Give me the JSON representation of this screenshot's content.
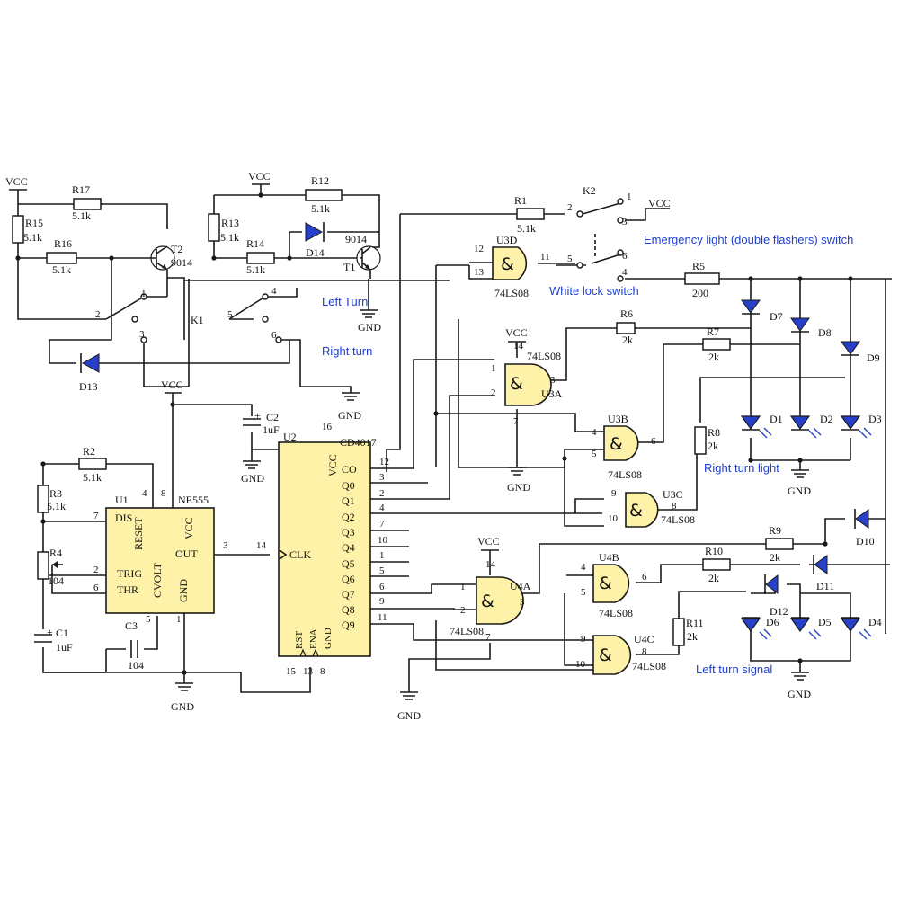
{
  "colors": {
    "wire": "#1a1a1a",
    "chip": "#fdf2a8",
    "led": "#2740c9",
    "annotation": "#1f3fd1"
  },
  "power": {
    "vcc": "VCC",
    "gnd": "GND"
  },
  "resistors": {
    "r1": {
      "name": "R1",
      "value": "5.1k"
    },
    "r2": {
      "name": "R2",
      "value": "5.1k"
    },
    "r3": {
      "name": "R3",
      "value": "5.1k"
    },
    "r4": {
      "name": "R4",
      "value": "104"
    },
    "r5": {
      "name": "R5",
      "value": "200"
    },
    "r6": {
      "name": "R6",
      "value": "2k"
    },
    "r7": {
      "name": "R7",
      "value": "2k"
    },
    "r8": {
      "name": "R8",
      "value": "2k"
    },
    "r9": {
      "name": "R9",
      "value": "2k"
    },
    "r10": {
      "name": "R10",
      "value": "2k"
    },
    "r11": {
      "name": "R11",
      "value": "2k"
    },
    "r12": {
      "name": "R12",
      "value": "5.1k"
    },
    "r13": {
      "name": "R13",
      "value": "5.1k"
    },
    "r14": {
      "name": "R14",
      "value": "5.1k"
    },
    "r15": {
      "name": "R15",
      "value": "5.1k"
    },
    "r16": {
      "name": "R16",
      "value": "5.1k"
    },
    "r17": {
      "name": "R17",
      "value": "5.1k"
    }
  },
  "capacitors": {
    "c1": {
      "name": "C1",
      "value": "1uF",
      "polarity": "+"
    },
    "c2": {
      "name": "C2",
      "value": "1uF",
      "polarity": "+"
    },
    "c3": {
      "name": "C3",
      "value": "104"
    }
  },
  "transistors": {
    "t1": {
      "name": "T1",
      "type": "9014"
    },
    "t2": {
      "name": "T2",
      "type": "9014"
    }
  },
  "diodes": {
    "d13": "D13",
    "d14": "D14",
    "d7": "D7",
    "d8": "D8",
    "d9": "D9",
    "d10": "D10",
    "d11": "D11",
    "d12": "D12"
  },
  "leds": {
    "d1": "D1",
    "d2": "D2",
    "d3": "D3",
    "d4": "D4",
    "d5": "D5",
    "d6": "D6"
  },
  "switches": {
    "k1": "K1",
    "k2": "K2"
  },
  "u1": {
    "ref": "U1",
    "part": "NE555",
    "pins": {
      "dis": "DIS",
      "reset": "RESET",
      "vcc": "VCC",
      "out": "OUT",
      "trig": "TRIG",
      "cvolt": "CVOLT",
      "gnd": "GND",
      "thr": "THR"
    }
  },
  "u2": {
    "ref": "U2",
    "part": "CD4017",
    "pins": {
      "vcc": "VCC",
      "co": "CO",
      "q0": "Q0",
      "q1": "Q1",
      "q2": "Q2",
      "q3": "Q3",
      "q4": "Q4",
      "q5": "Q5",
      "q6": "Q6",
      "q7": "Q7",
      "q8": "Q8",
      "q9": "Q9",
      "clk": "CLK",
      "rst": "RST",
      "ena": "ENA",
      "gnd": "GND"
    }
  },
  "gates": {
    "u3a": "U3A",
    "u3b": "U3B",
    "u3c": "U3C",
    "u3d": "U3D",
    "u4a": "U4A",
    "u4b": "U4B",
    "u4c": "U4C",
    "part": "74LS08",
    "symbol": "&"
  },
  "annotations": {
    "emergency": "Emergency light (double flashers) switch",
    "white_lock": "White lock switch",
    "left_turn": "Left Turn",
    "right_turn": "Right turn",
    "right_turn_light": "Right turn light",
    "left_turn_signal": "Left turn signal"
  },
  "pin_numbers": {
    "p1": "1",
    "p2": "2",
    "p3": "3",
    "p4": "4",
    "p5": "5",
    "p6": "6",
    "p7": "7",
    "p8": "8",
    "p9": "9",
    "p10": "10",
    "p11": "11",
    "p12": "12",
    "p13": "13",
    "p14": "14",
    "p15": "15",
    "p16": "16"
  }
}
